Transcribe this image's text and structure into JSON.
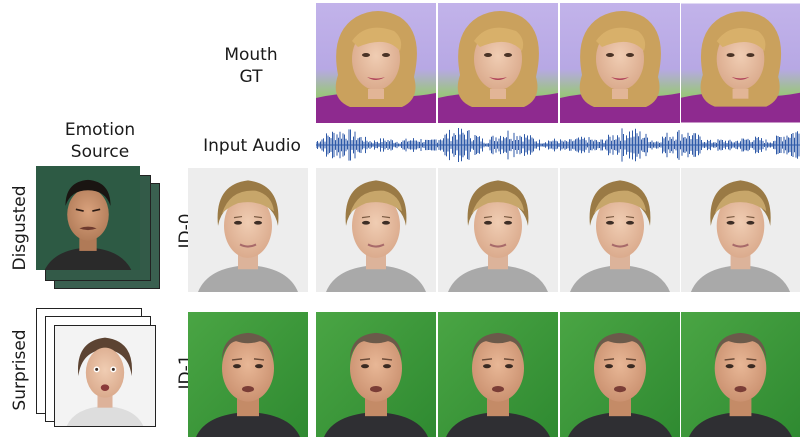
{
  "labels": {
    "mouth_gt_line1": "Mouth",
    "mouth_gt_line2": "GT",
    "emotion_source_line1": "Emotion",
    "emotion_source_line2": "Source",
    "input_audio": "Input Audio",
    "row0_emotion": "Disgusted",
    "row1_emotion": "Surprised",
    "row0_id": "ID-0",
    "row1_id": "ID-1"
  },
  "colors": {
    "gt_background_top": "#b9a9e6",
    "gt_background_bottom": "#8bc06a",
    "gt_shirt": "#8e2a8f",
    "gt_hair": "#c9a05a",
    "audio_wave": "#2f5aa8",
    "id0_background": "#ececec",
    "id1_background": "#3f9b3c",
    "source0_background": "#2e5a45",
    "skin_light": "#e9c4a7",
    "skin_warm": "#d9a484"
  }
}
